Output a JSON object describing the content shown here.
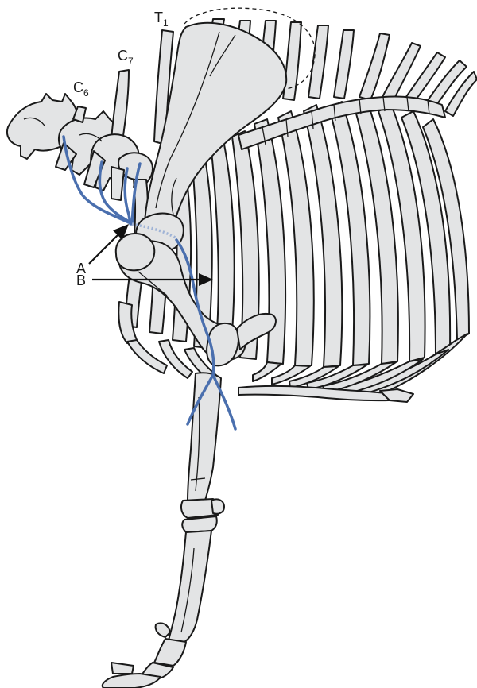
{
  "labels": {
    "t1": {
      "main": "T",
      "sub": "1"
    },
    "c7": {
      "main": "C",
      "sub": "7"
    },
    "c6": {
      "main": "C",
      "sub": "6"
    },
    "a": "A",
    "b": "B"
  },
  "colors": {
    "bone_fill": "#e3e4e5",
    "bone_stroke": "#1a1a1a",
    "nerve": "#4a6fae",
    "nerve_dashed": "#9fb3d6"
  }
}
